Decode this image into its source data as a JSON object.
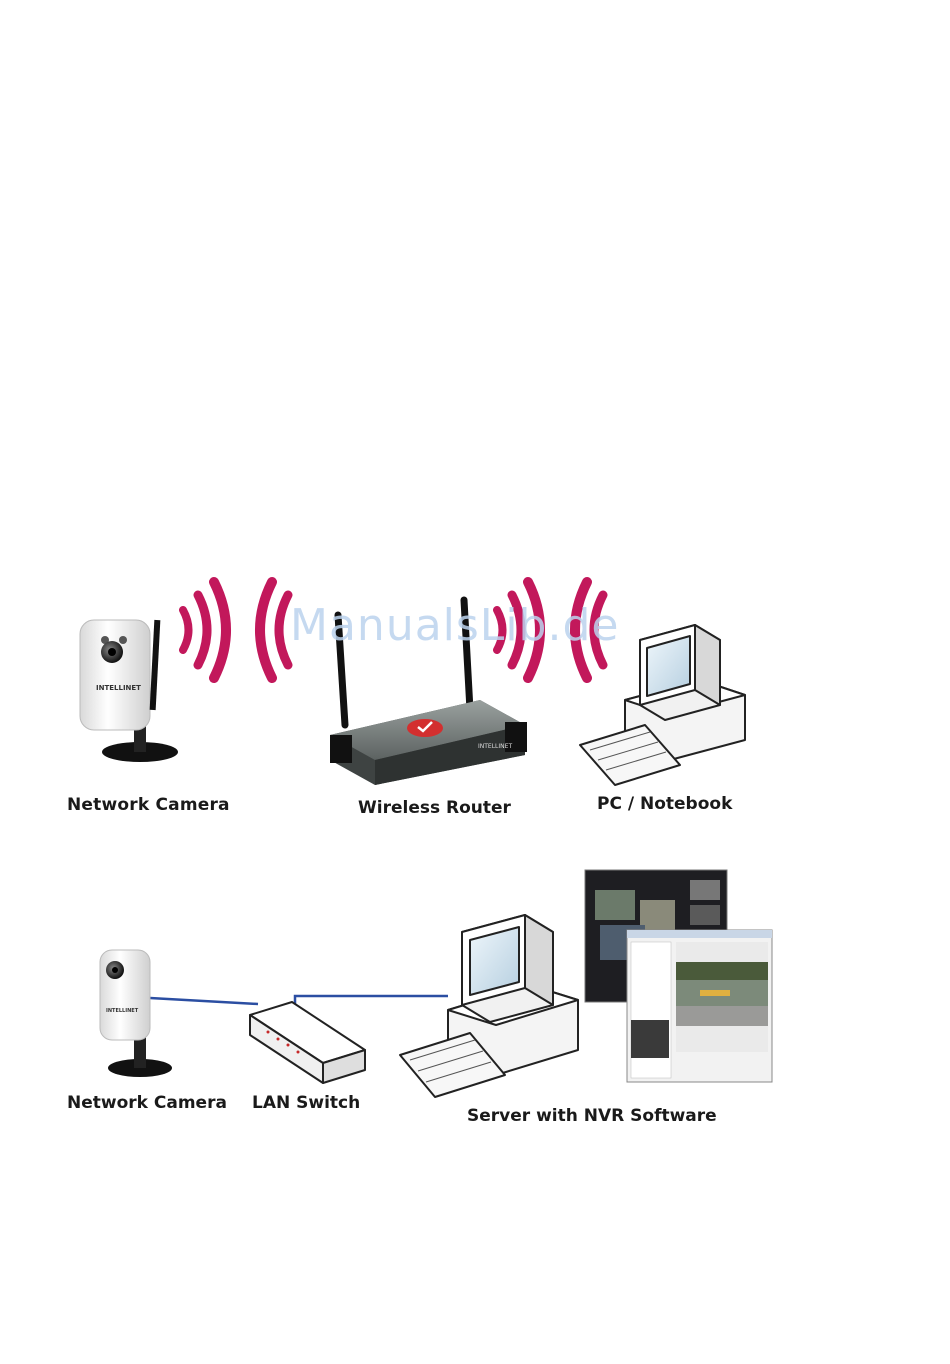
{
  "watermark": "ManualsLib.de",
  "wireless_setup": {
    "camera_label": "Network Camera",
    "router_label": "Wireless Router",
    "pc_label": "PC / Notebook",
    "brand_text": "INTELLINET"
  },
  "wired_setup": {
    "camera_label": "Network Camera",
    "switch_label": "LAN Switch",
    "server_label": "Server with NVR Software",
    "brand_text": "INTELLINET"
  },
  "colors": {
    "wave": "#c2185b",
    "cable": "#2b4ea2",
    "router_body": "#6d7473",
    "device_white": "#f3f3f3"
  }
}
